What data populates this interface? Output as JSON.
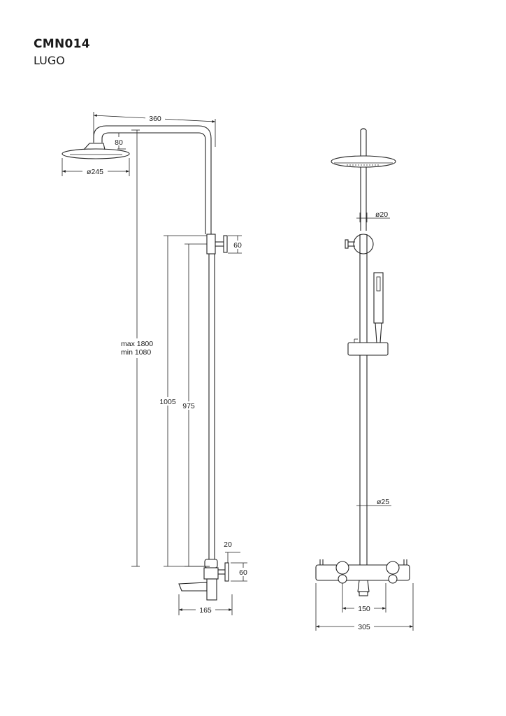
{
  "title": {
    "model": "CMN014",
    "name": "LUGO"
  },
  "dimensions": {
    "arm_reach": "360",
    "head_drop": "80",
    "head_diameter": "ø245",
    "height_max": "max 1800",
    "height_min": "min 1080",
    "height_1005": "1005",
    "height_975": "975",
    "top_valve": "60",
    "spout_offset": "20",
    "bottom_valve": "60",
    "spout_depth": "165",
    "upper_pipe": "ø20",
    "lower_pipe": "ø25",
    "inlet_spacing": "150",
    "mixer_width": "305"
  }
}
